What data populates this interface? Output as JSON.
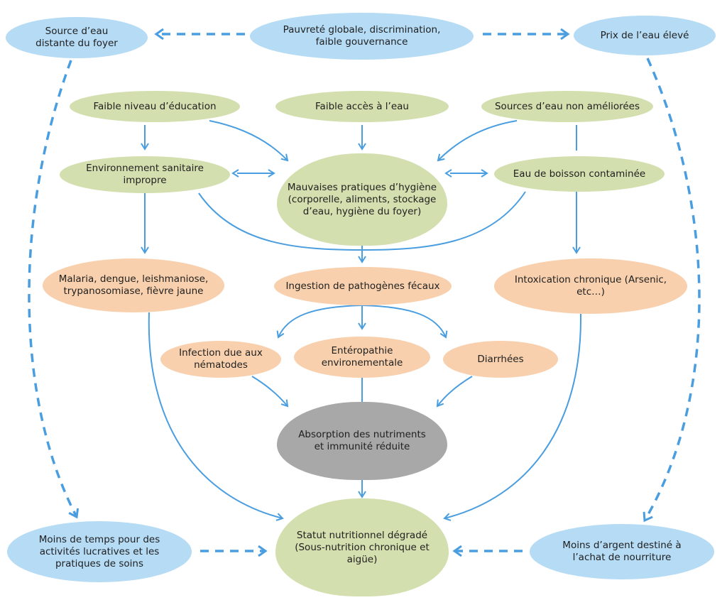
{
  "nodes": {
    "pauvrete": "Pauvreté globale, discrimination,\nfaible gouvernance",
    "source_eau": "Source d’eau\ndistante du foyer",
    "prix_eau": "Prix de l’eau élevé",
    "faible_education": "Faible niveau d’éducation",
    "faible_acces": "Faible accès à l’eau",
    "sources_non_ameliorees": "Sources d’eau non améliorées",
    "env_sanitaire": "Environnement sanitaire\nimpropre",
    "mauvaises_pratiques": "Mauvaises pratiques d’hygiène\n(corporelle, aliments, stockage\nd’eau, hygiène du foyer)",
    "eau_contaminee": "Eau de boisson contaminée",
    "malaria": "Malaria, dengue, leishmaniose,\ntrypanosomiase, fièvre jaune",
    "ingestion": "Ingestion de pathogènes fécaux",
    "intoxication": "Intoxication chronique (Arsenic,\netc…)",
    "infection_nematodes": "Infection due aux\nnématodes",
    "enteropathie": "Entéropathie\nenvironementale",
    "diarrhees": "Diarrhées",
    "absorption": "Absorption des nutriments\net immunité réduite",
    "statut_nutritionnel": "Statut nutritionnel dégradé\n(Sous-nutrition chronique et\naigüe)",
    "moins_temps": "Moins de temps pour des\nactivités lucratives et les\npratiques de soins",
    "moins_argent": "Moins d’argent destiné à\nl’achat de nourriture"
  },
  "colors": {
    "blue": "#b5dbf5",
    "green": "#d3dfae",
    "orange": "#f8d0ad",
    "grey": "#a8a8a8",
    "arrow": "#4a9ee0"
  }
}
